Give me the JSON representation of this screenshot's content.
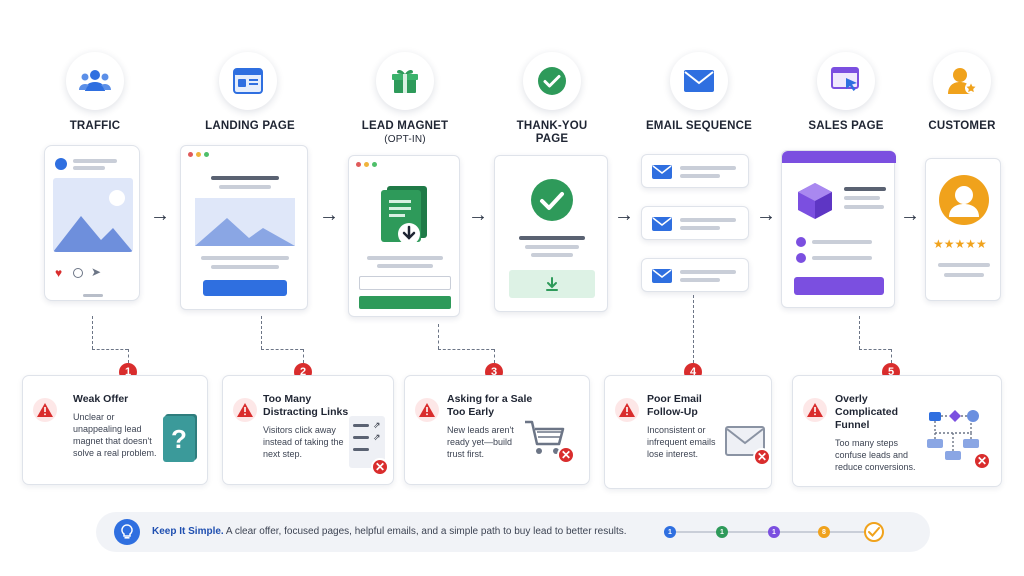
{
  "stages": [
    {
      "label": "TRAFFIC",
      "sub": ""
    },
    {
      "label": "LANDING PAGE",
      "sub": ""
    },
    {
      "label": "LEAD MAGNET",
      "sub": "(OPT-IN)"
    },
    {
      "label": "THANK-YOU",
      "sub": "PAGE"
    },
    {
      "label": "EMAIL SEQUENCE",
      "sub": ""
    },
    {
      "label": "SALES PAGE",
      "sub": ""
    },
    {
      "label": "CUSTOMER",
      "sub": ""
    }
  ],
  "problems": [
    {
      "num": "1",
      "title": "Weak Offer",
      "desc": "Unclear or unappealing lead magnet that doesn't solve a real problem."
    },
    {
      "num": "2",
      "title": "Too Many Distracting Links",
      "desc": "Visitors click away instead of taking the next step."
    },
    {
      "num": "3",
      "title": "Asking for a Sale Too Early",
      "desc": "New leads aren't ready yet—build trust first."
    },
    {
      "num": "4",
      "title": "Poor Email Follow-Up",
      "desc": "Inconsistent or infrequent emails lose interest."
    },
    {
      "num": "5",
      "title": "Overly Complicated Funnel",
      "desc": "Too many steps confuse leads and reduce conversions."
    }
  ],
  "footer": {
    "bold": "Keep It Simple.",
    "text": "A clear offer, focused pages, helpful emails, and a simple path to buy lead to better results.",
    "steps": [
      "1",
      "1",
      "1",
      "8"
    ]
  },
  "colors": {
    "blue": "#2f6fe0",
    "green": "#2e9a5a",
    "red": "#d92d2d",
    "purple": "#7b4fe0",
    "orange": "#f0a21c"
  },
  "icons": [
    "people-icon",
    "browser-icon",
    "gift-icon",
    "check-circle-icon",
    "envelope-icon",
    "cursor-window-icon",
    "customer-star-icon"
  ],
  "rating_stars": 5
}
